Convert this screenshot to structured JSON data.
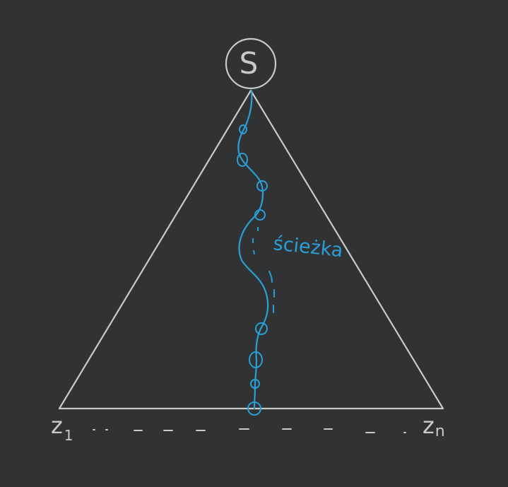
{
  "diagram": {
    "root_label": "S",
    "path_label": "ścieżka",
    "leaf_first": {
      "letter": "z",
      "index": "1"
    },
    "leaf_last": {
      "letter": "z",
      "index": "n"
    },
    "colors": {
      "background": "#313234",
      "outline": "#c9c9c9",
      "path": "#2a9fd6"
    }
  }
}
